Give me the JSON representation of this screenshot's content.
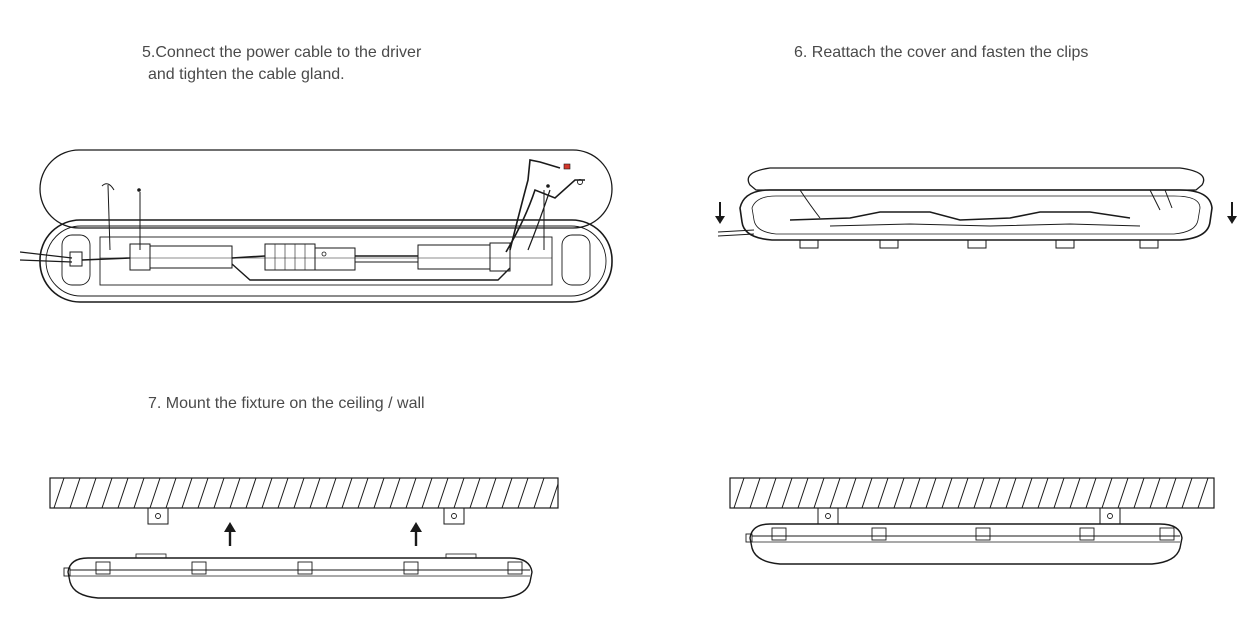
{
  "steps": {
    "step5": {
      "line1": "5.Connect the power cable to the driver",
      "line2": "and tighten the cable gland."
    },
    "step6": {
      "text": "6. Reattach the cover and fasten the clips"
    },
    "step7": {
      "text": "7. Mount the fixture on the ceiling / wall"
    }
  },
  "style": {
    "line_color": "#1a1a1a",
    "text_color": "#4a4a4a",
    "background": "#ffffff"
  },
  "icons": {
    "arrow_down": "down-arrow-icon",
    "arrow_up": "up-arrow-icon"
  }
}
